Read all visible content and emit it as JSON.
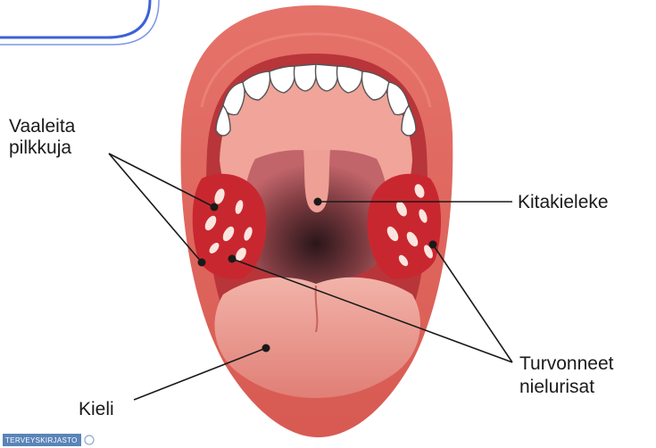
{
  "labels": {
    "spots_line1": "Vaaleita",
    "spots_line2": "pilkkuja",
    "uvula": "Kitakieleke",
    "tonsils_line1": "Turvonneet",
    "tonsils_line2": "nielurisat",
    "tongue": "Kieli"
  },
  "logo": {
    "text": "TERVEYSKIRJASTO"
  },
  "colors": {
    "lip": "#e2665c",
    "palate": "#f0a49a",
    "throat": "#3a1f24",
    "tonsil": "#c9272f",
    "tongue": "#eb9c92",
    "logo_bg": "#5a84b8",
    "frame": "#3c62d6"
  }
}
